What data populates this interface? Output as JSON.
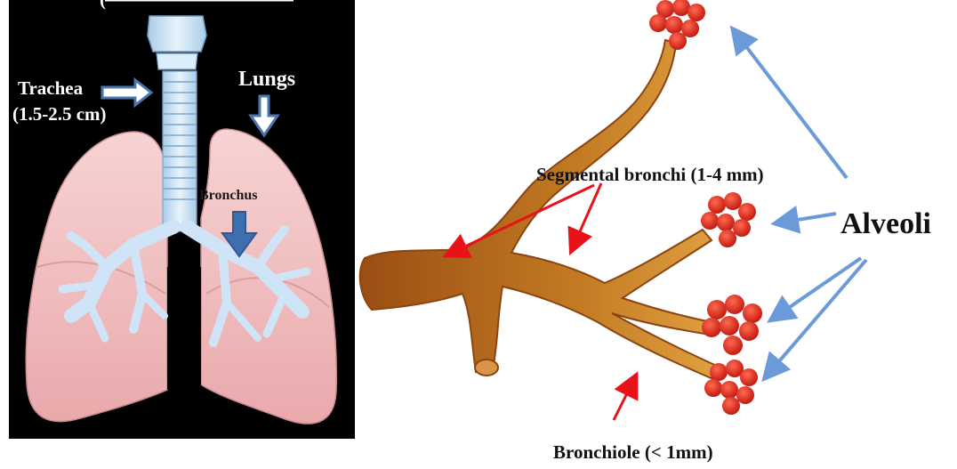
{
  "lung_panel": {
    "top_caption": "(",
    "trachea_label": "Trachea",
    "trachea_size": "(1.5-2.5 cm)",
    "lungs_label": "Lungs",
    "bronchus_label": "Bronchus"
  },
  "airway_panel": {
    "segmental_label": "Segmental bronchi (1-4 mm)",
    "alveoli_label": "Alveoli",
    "bronchiole_label": "Bronchiole (< 1mm)"
  },
  "colors": {
    "panel_bg": "#000000",
    "lung": "#f2c4c4",
    "airway_blue": "#cfe4f6",
    "label_arrow_blue": "#4a76b0",
    "pointer_red": "#e8121b",
    "alveoli_arrow_blue": "#6a9bd8",
    "bronchi_brown": "#b06a1e",
    "alveoli_red": "#e0291c"
  }
}
